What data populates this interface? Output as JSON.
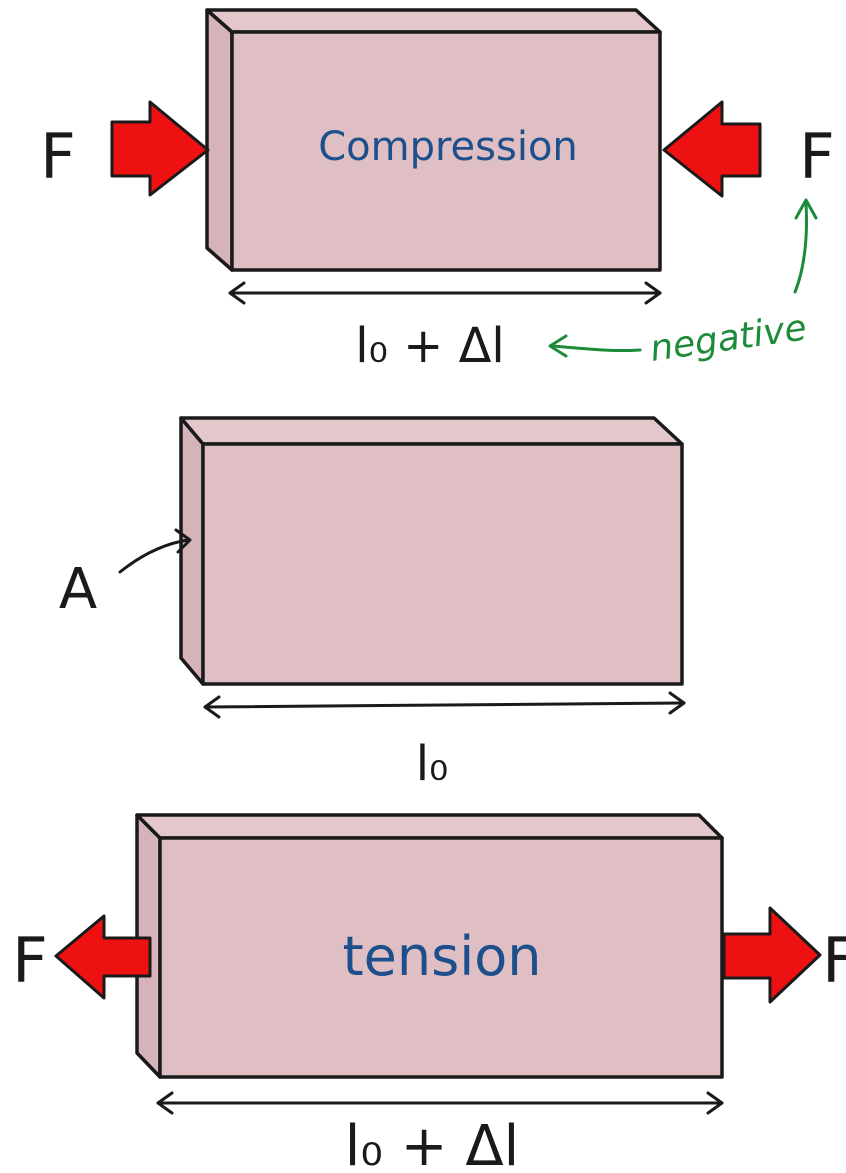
{
  "compression": {
    "label": "Compression",
    "force_left": "F",
    "force_right": "F",
    "length_label": "l₀ + Δl",
    "annotation": "negative",
    "label_color": "#1d4f8c",
    "annotation_color": "#1e8b3a"
  },
  "rest": {
    "area_label": "A",
    "length_label": "l₀"
  },
  "tension": {
    "label": "tension",
    "force_left": "F",
    "force_right": "F",
    "length_label": "l₀ + Δl",
    "label_color": "#1d4f8c"
  },
  "colors": {
    "block_face": "#dfbfc3",
    "force_arrow": "#ee1111",
    "outline": "#1a1a1a"
  }
}
